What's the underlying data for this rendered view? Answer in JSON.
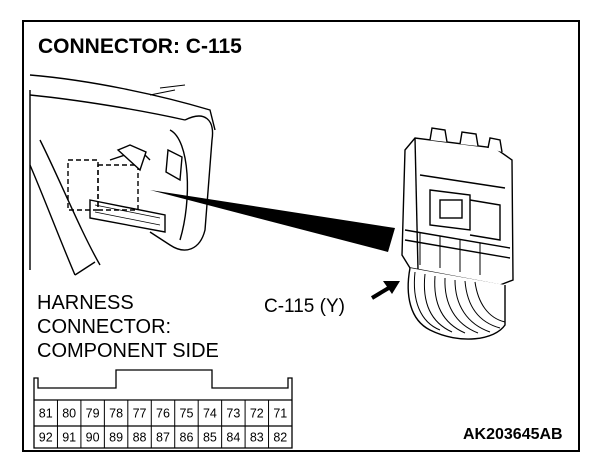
{
  "title": "CONNECTOR: C-115",
  "harness_label": [
    "HARNESS",
    "CONNECTOR:",
    "COMPONENT SIDE"
  ],
  "callout_label": "C-115 (Y)",
  "figure_id": "AK203645AB",
  "pins": {
    "top_row": [
      "81",
      "80",
      "79",
      "78",
      "77",
      "76",
      "75",
      "74",
      "73",
      "72",
      "71"
    ],
    "bottom_row": [
      "92",
      "91",
      "90",
      "89",
      "88",
      "87",
      "86",
      "85",
      "84",
      "83",
      "82"
    ]
  },
  "icons": {
    "dashboard": "dashboard-illustration",
    "ecu": "ecu-connector-illustration",
    "arrow": "arrow-icon"
  }
}
